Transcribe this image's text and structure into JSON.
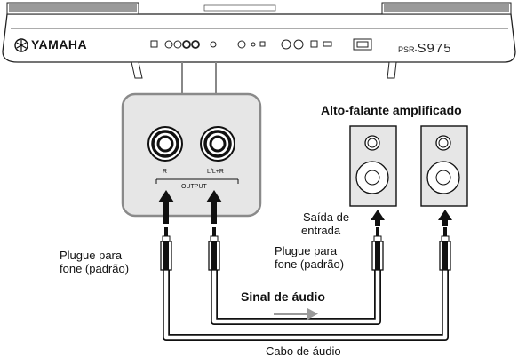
{
  "keyboard": {
    "brand": "YAMAHA",
    "model_prefix": "PSR-",
    "model_number": "S975"
  },
  "jack_panel": {
    "jack_r_label": "R",
    "jack_l_label": "L/L+R",
    "group_label": "OUTPUT"
  },
  "speakers": {
    "title": "Alto-falante amplificado",
    "input_label_line1": "Saída de",
    "input_label_line2": "entrada"
  },
  "plugs": {
    "left_line1": "Plugue para",
    "left_line2": "fone (padrão)",
    "right_line1": "Plugue para",
    "right_line2": "fone (padrão)"
  },
  "signal": {
    "label": "Sinal de áudio"
  },
  "cable": {
    "label": "Cabo de áudio"
  }
}
